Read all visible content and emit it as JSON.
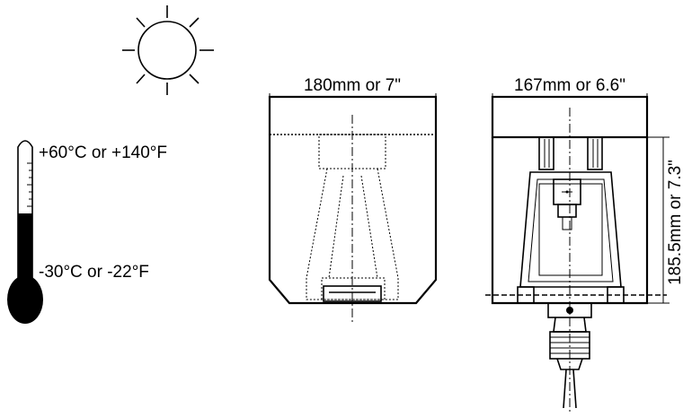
{
  "temperature": {
    "max_label": "+60°C or +140°F",
    "min_label": "-30°C or -22°F"
  },
  "front_view": {
    "width_label": "180mm or 7\""
  },
  "side_view": {
    "width_label": "167mm or 6.6\"",
    "height_label": "185.5mm or 7.3\""
  },
  "icons": {
    "sun": "sun-icon",
    "thermometer": "thermometer-icon"
  }
}
